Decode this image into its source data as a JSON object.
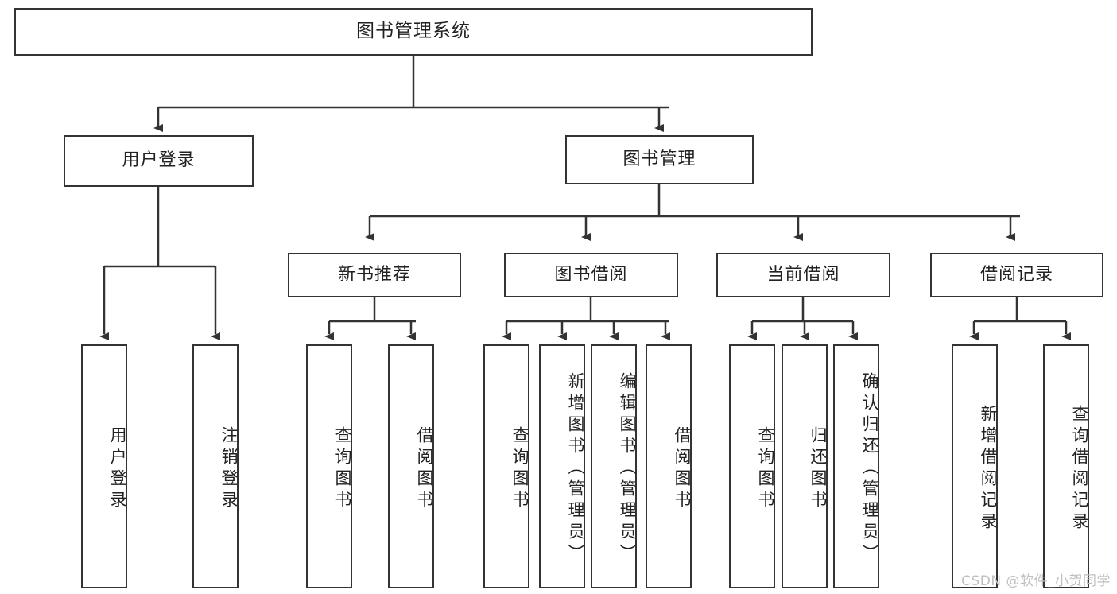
{
  "diagram": {
    "title": "图书管理系统",
    "type": "tree",
    "root": {
      "label": "图书管理系统"
    },
    "level2": [
      {
        "label": "用户登录"
      },
      {
        "label": "图书管理"
      }
    ],
    "level3": [
      {
        "label": "新书推荐"
      },
      {
        "label": "图书借阅"
      },
      {
        "label": "当前借阅"
      },
      {
        "label": "借阅记录"
      }
    ],
    "leaves": {
      "user_login": [
        {
          "label": "用户登录"
        },
        {
          "label": "注销登录"
        }
      ],
      "new_book_recommend": [
        {
          "label": "查询图书"
        },
        {
          "label": "借阅图书"
        }
      ],
      "book_borrow": [
        {
          "label": "查询图书"
        },
        {
          "label": "新增图书（管理员）"
        },
        {
          "label": "编辑图书（管理员）"
        },
        {
          "label": "借阅图书"
        }
      ],
      "current_borrow": [
        {
          "label": "查询图书"
        },
        {
          "label": "归还图书"
        },
        {
          "label": "确认归还（管理员）"
        }
      ],
      "borrow_record": [
        {
          "label": "新增借阅记录"
        },
        {
          "label": "查询借阅记录"
        }
      ]
    }
  },
  "watermark": {
    "text": "CSDN @软件_小贺同学"
  },
  "colors": {
    "stroke": "#333333",
    "box_fill": "#ffffff",
    "text": "#222222",
    "watermark": "#bfbfbf"
  }
}
